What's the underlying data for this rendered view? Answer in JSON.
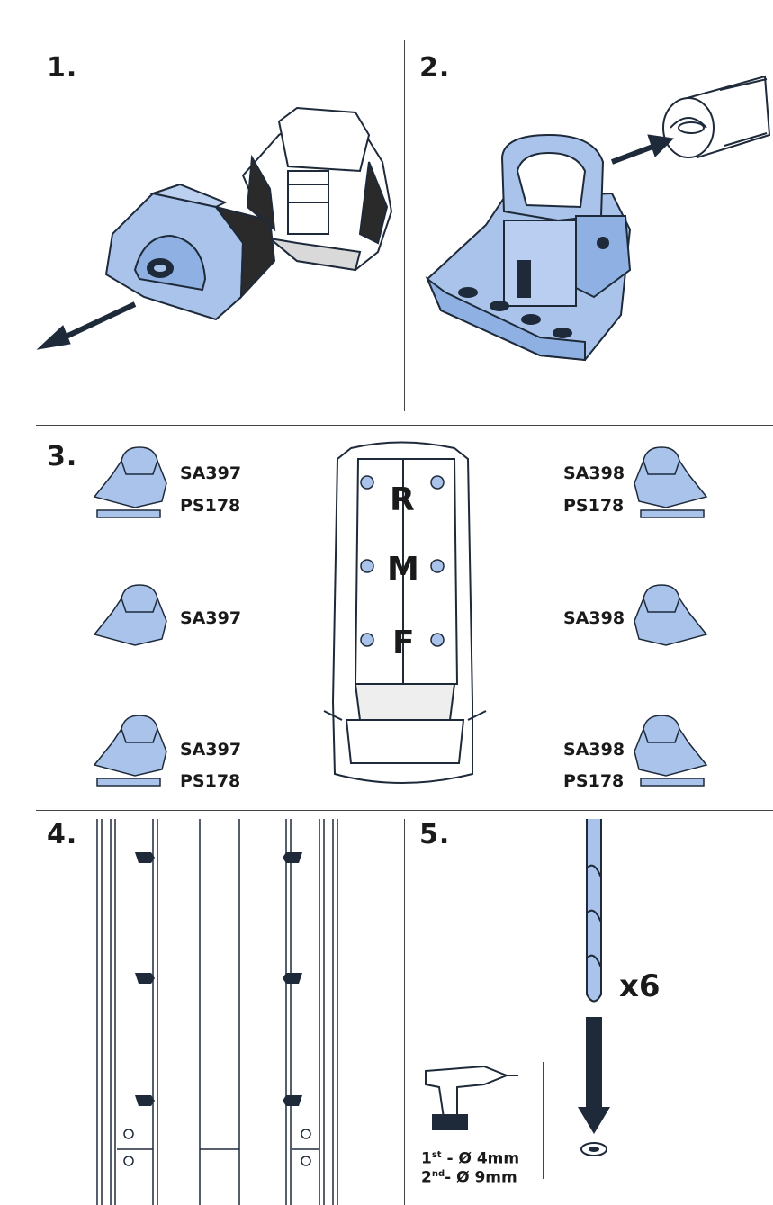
{
  "steps": {
    "s1": "1.",
    "s2": "2.",
    "s3": "3.",
    "s4": "4.",
    "s5": "5."
  },
  "step3": {
    "left_top": {
      "code1": "SA397",
      "code2": "PS178"
    },
    "left_mid": {
      "code1": "SA397"
    },
    "left_bot": {
      "code1": "SA397",
      "code2": "PS178"
    },
    "right_top": {
      "code1": "SA398",
      "code2": "PS178"
    },
    "right_mid": {
      "code1": "SA398"
    },
    "right_bot": {
      "code1": "SA398",
      "code2": "PS178"
    },
    "zones": {
      "rear": "R",
      "middle": "M",
      "front": "F"
    }
  },
  "step5": {
    "quantity": "x6",
    "drill_1_num": "1",
    "drill_1_sup": "st",
    "drill_1_rest": " - Ø 4mm",
    "drill_2_num": "2",
    "drill_2_sup": "nd",
    "drill_2_rest": "- Ø 9mm"
  },
  "colors": {
    "part_blue": "#a9c3ea",
    "part_dark": "#1e2a3a",
    "line": "#444444"
  }
}
